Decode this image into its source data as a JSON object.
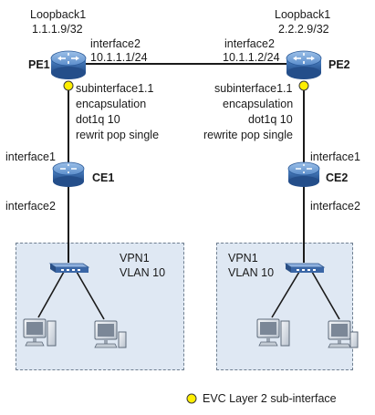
{
  "pe1": {
    "name": "PE1",
    "loopback_label": "Loopback1",
    "loopback_ip": "1.1.1.9/32",
    "interface2_label": "interface2",
    "interface2_ip": "10.1.1.1/24",
    "subinterface": "subinterface1.1",
    "encapsulation": "encapsulation",
    "dot1q": "dot1q 10",
    "rewrite": "rewrit pop single"
  },
  "pe2": {
    "name": "PE2",
    "loopback_label": "Loopback1",
    "loopback_ip": "2.2.2.9/32",
    "interface2_label": "interface2",
    "interface2_ip": "10.1.1.2/24",
    "subinterface": "subinterface1.1",
    "encapsulation": "encapsulation",
    "dot1q": "dot1q 10",
    "rewrite": "rewrite pop single"
  },
  "ce1": {
    "name": "CE1",
    "interface1_label": "interface1",
    "interface2_label": "interface2"
  },
  "ce2": {
    "name": "CE2",
    "interface1_label": "interface1",
    "interface2_label": "interface2"
  },
  "site1": {
    "vpn": "VPN1",
    "vlan": "VLAN 10"
  },
  "site2": {
    "vpn": "VPN1",
    "vlan": "VLAN 10"
  },
  "legend": {
    "label": "EVC Layer 2 sub-interface",
    "color": "#ffee00"
  },
  "colors": {
    "router_body": "#3b6fb2",
    "router_top": "#6c9ad2",
    "switch_body": "#4a74b0",
    "region_fill": "#dfe8f3",
    "link": "#1a1a1a"
  }
}
